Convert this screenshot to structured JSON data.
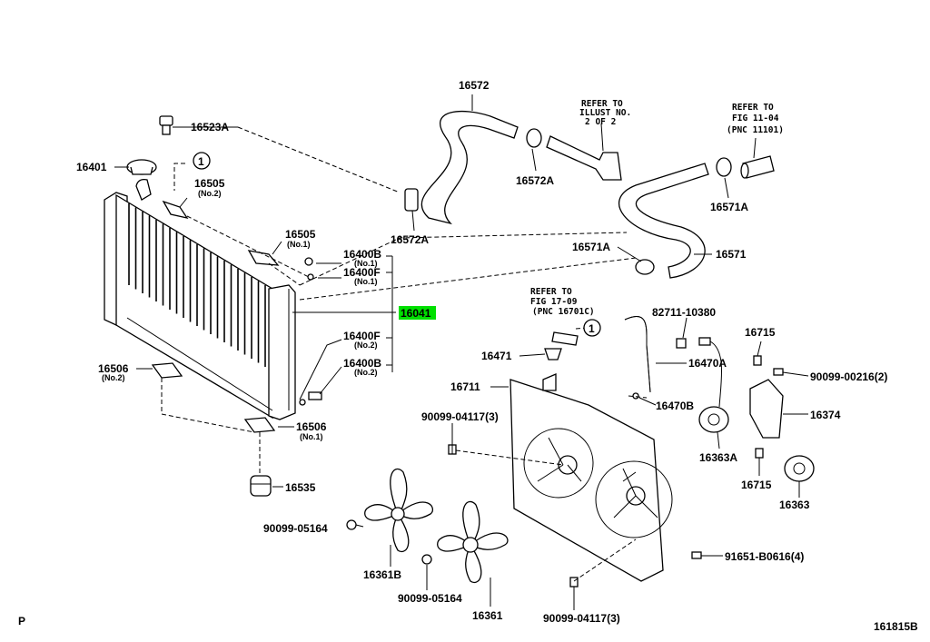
{
  "diagram": {
    "figure_code": "161815B",
    "corner_mark": "P",
    "callouts": {
      "c16572": "16572",
      "c16572A_top": "16572A",
      "c16572A_left": "16572A",
      "c16523A": "16523A",
      "c16401": "16401",
      "c16505_a": "16505",
      "c16505_a_sub": "(No.2)",
      "c16505_b": "16505",
      "c16505_b_sub": "(No.1)",
      "c16400B_a": "16400B",
      "c16400B_a_sub": "(No.1)",
      "c16400F_a": "16400F",
      "c16400F_a_sub": "(No.1)",
      "c16041": "16041",
      "c16400F_b": "16400F",
      "c16400F_b_sub": "(No.2)",
      "c16400B_b": "16400B",
      "c16400B_b_sub": "(No.2)",
      "c16506_a": "16506",
      "c16506_a_sub": "(No.2)",
      "c16506_b": "16506",
      "c16506_b_sub": "(No.1)",
      "c16535": "16535",
      "c16571": "16571",
      "c16571A_top": "16571A",
      "c16571A_mid": "16571A",
      "c16471": "16471",
      "c16470A": "16470A",
      "c16470B": "16470B",
      "c16711": "16711",
      "c82711": "82711-10380",
      "c16715_top": "16715",
      "c16715_bot": "16715",
      "c90099_00216": "90099-00216(2)",
      "c16374": "16374",
      "c16363A": "16363A",
      "c16363": "16363",
      "c90099_04117_a": "90099-04117(3)",
      "c90099_04117_b": "90099-04117(3)",
      "c90099_05164_a": "90099-05164",
      "c90099_05164_b": "90099-05164",
      "c16361B": "16361B",
      "c16361": "16361",
      "c91651": "91651-B0616(4)",
      "circle_one": "1"
    },
    "notes": {
      "refer_illust": [
        "REFER TO",
        "ILLUST NO.",
        "2 OF 2"
      ],
      "refer_fig11": [
        "REFER TO",
        "FIG 11-04",
        "(PNC 11101)"
      ],
      "refer_fig17": [
        "REFER TO",
        "FIG 17-09",
        "(PNC 16701C)"
      ]
    },
    "highlight_color": "#00e000"
  }
}
